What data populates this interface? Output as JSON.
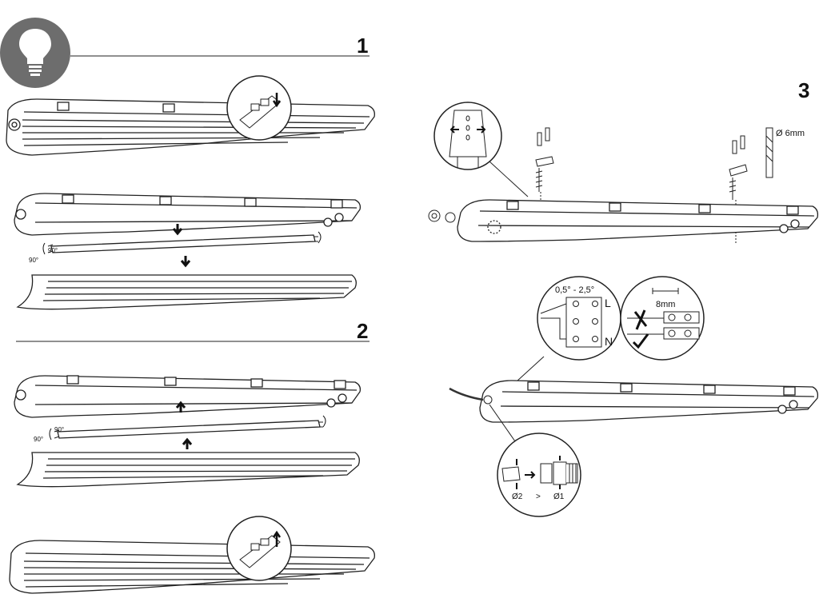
{
  "steps": {
    "step1": "1",
    "step2": "2",
    "step3": "3"
  },
  "rotation": {
    "deg90": "90°"
  },
  "mounting": {
    "drill": "Ø 6mm"
  },
  "wiring": {
    "wire_section": "0,5° - 2,5°",
    "terminal_live": "L",
    "terminal_neutral": "N",
    "strip_length": "8mm"
  },
  "gland": {
    "d2": "Ø2",
    "relation": ">",
    "d1": "Ø1"
  },
  "icons": {
    "header": "light-bulb-icon",
    "correct": "check-mark-icon",
    "incorrect": "cross-mark-icon"
  },
  "colors": {
    "icon_circle": "#6d6d6d",
    "line": "#222222"
  }
}
